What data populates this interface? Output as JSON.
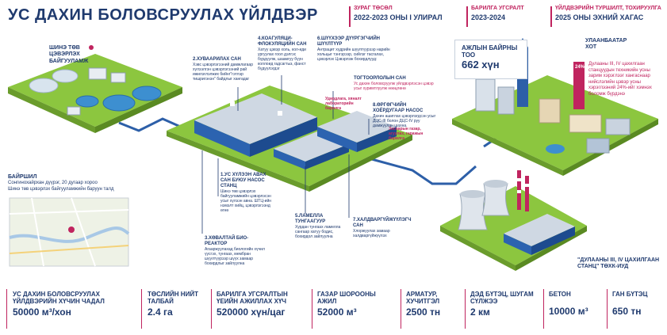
{
  "title": "УС ДАХИН БОЛОВСРУУЛАХ ҮЙЛДВЭР",
  "header": [
    {
      "label": "ЗУРАГ ТӨСӨЛ",
      "value": "2022-2023 ОНЫ I УЛИРАЛ"
    },
    {
      "label": "БАРИЛГА УГСРАЛТ",
      "value": "2023-2024"
    },
    {
      "label": "ҮЙЛДВЭРИЙН ТУРШИЛТ, ТОХИРУУЛГА",
      "value": "2025 ОНЫ ЭХНИЙ ХАГАС"
    }
  ],
  "left_plant": {
    "label_line1": "ШИНЭ ТӨВ",
    "label_line2": "ЦЭВЭРЛЭХ",
    "label_line3": "БАЙГУУЛАМЖ"
  },
  "location": {
    "label": "БАЙРШИЛ",
    "line1": "Сонгинохайрхан дүүрэг, 20 дугаар хороо",
    "line2": "Шинэ төв цэвэрлэх байгууламжийн баруун талд"
  },
  "callouts": [
    {
      "title": "2.ХУВААРИЛАХ САН",
      "text": "Хэвс цэвэрлэгээний дамжлагаар хүлээлгэн цэвэрлэгээний рай ижилэглэлжих бийнг\"гэтлэр тишригэнэн\" байдлыг хангадаг"
    },
    {
      "title": "4.КОАГУЛЯЦИ-ФЛОКУЛЯЦИЙН САН",
      "text": "Хатуу цэвэр холь, кол-иди ургуулах гоол дэлгэс бүрдүүлж, шаамгуу бүүн коллоид гадсагтыз, фанст бүдүүлэгдэг"
    },
    {
      "title": "6.ШҮҮХЭЭР ДҮҮРГЭГЧИЙН ШҮҮЛТҮҮР",
      "text": "Антрацит хүдрийн шүүлтүүрээр нарийн хольцыг тэнгэрээр, сийлэг тасгалах, цэвэрлэх Цэвэрлэж бохирдлууд:"
    },
    {
      "title": "ТОГТООРЛОЛЫН САН",
      "text": "Ус дахин боловсруулж үйлдвэрлэсэн цэвэр усыг хуримтлуулж нөөцлөнө"
    },
    {
      "title": "Удирдлага, хяналт лабораторийн барилга",
      "text": ""
    },
    {
      "title": "8.ӨРГӨГЧИЙН ХОЁРДУГААР НАСОС",
      "text": "Дахин ашиглах цэвэрлэгдсэн усыг ДЦС-III болон ДЦС-IV руу дамжуулан шахна."
    },
    {
      "title": "Засварын газар, агуулах, гаражын барилга",
      "text": ""
    },
    {
      "title": "1.УС ХҮЛЭЭН АВАХ САН БУЮУ НАСОС СТАНЦ",
      "text": "Шинэ төв цэвэрлэх байгууламжийн цэвэрлэсэн усыг хүлээн авна. ШТЦ-ийн нэмэлт хийц, цэвэрлэгээнд өгнө"
    },
    {
      "title": "3.ХӨВАЛТАЙ БИО-РЕАКТОР",
      "text": "Агааржуулахад биологийн хүчил үүсгэх, тунгаах, мембран шүүлтүүрээр шүүх замаар бохирдлыг зайлуулна"
    },
    {
      "title": "5.ЛАМЕЛЛА ТУНГААГУУР",
      "text": "Хурдан тунгаах ламелла сангаар хатуу бодис, бохирдол зайлуулна"
    },
    {
      "title": "7.ХАЛДВАРГҮЙЖҮҮЛЭГЧ САН",
      "text": "Хлоржуулах замаар халдваргүйжүүлэх"
    }
  ],
  "kpi": {
    "label_line1": "АЖЛЫН БАЙРНЫ",
    "label_line2": "ТОО",
    "value": "662 хүн"
  },
  "city": {
    "label_line1": "УЛААНБААТАР",
    "label_line2": "ХОТ"
  },
  "note": {
    "percent": "24%",
    "text": "Дулааны III, IV цахилгаан станцуудын техникийн усны зарим хэрэглээг хангаснаар нийслэлийн цэвэр усны хэрэглээний 24%-ийг хэмнэх боломж бүрдэнэ"
  },
  "power_plant": {
    "label": "\"ДУЛААНЫ III, IV ЦАХИЛГААН СТАНЦ\" ТӨХК-ИУД"
  },
  "stats": [
    {
      "label": "УС ДАХИН БОЛОВСРУУЛАХ ҮЙЛДВЭРИЙН ХҮЧИН ЧАДАЛ",
      "value": "50000 м³/хон"
    },
    {
      "label": "ТӨСЛИЙН НИЙТ ТАЛБАЙ",
      "value": "2.4 га"
    },
    {
      "label": "БАРИЛГА УГСРАЛТЫН ҮЕИЙН АЖИЛЛАХ ХҮЧ",
      "value": "520000 хүн/цаг"
    },
    {
      "label": "ГАЗАР ШОРООНЫ АЖИЛ",
      "value": "52000 м³"
    },
    {
      "label": "АРМАТУР, ХУЧИТГЭЛ",
      "value": "2500 тн"
    },
    {
      "label": "ДЭД БҮТЭЦ, ШУГАМ СҮЛЖЭЭ",
      "value": "2 км"
    },
    {
      "label": "БЕТОН",
      "value": "10000 м³"
    },
    {
      "label": "ГАН БҮТЭЦ",
      "value": "650 тн"
    }
  ],
  "colors": {
    "navy": "#1f3a6e",
    "accent": "#c0245f",
    "grass": "#8cc63f",
    "pipe": "#2d5fa8"
  }
}
